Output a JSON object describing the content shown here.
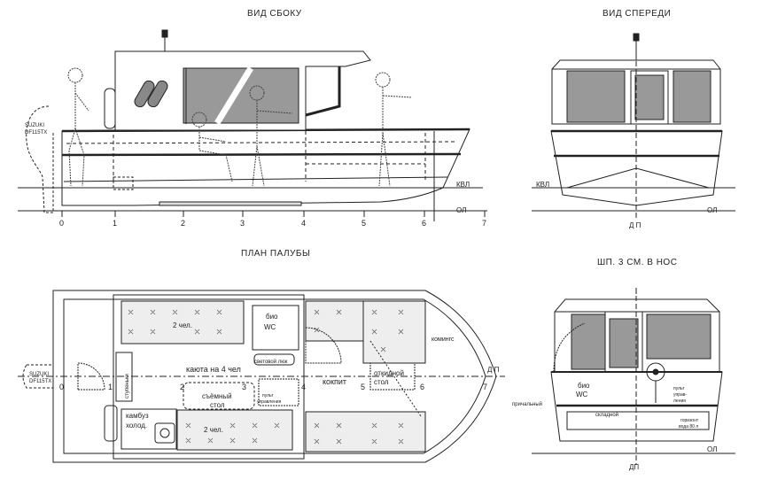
{
  "titles": {
    "side_view": "ВИД СБОКУ",
    "front_view": "ВИД СПЕРЕДИ",
    "deck_plan": "ПЛАН ПАЛУБЫ",
    "section": "ШП. 3 СМ. В НОС"
  },
  "side": {
    "stations": [
      "0",
      "1",
      "2",
      "3",
      "4",
      "5",
      "6",
      "7"
    ],
    "kvl": "КВЛ",
    "ol": "ОЛ",
    "engine": [
      "SUZUKI",
      "DF115TX"
    ]
  },
  "front": {
    "kvl": "КВЛ",
    "ol": "ОЛ",
    "dp": "Д П"
  },
  "plan": {
    "stations": [
      "0",
      "1",
      "2",
      "3",
      "4",
      "5",
      "6",
      "7"
    ],
    "engine": [
      "SUZUKI",
      "DF115TX"
    ],
    "berth_top": "2 чел.",
    "berth_bottom": "2 чел.",
    "wc": [
      "био",
      "WC"
    ],
    "skylight": "световой люк",
    "cabin": "каюта на 4 чел",
    "removable_table": [
      "съёмный",
      "стол"
    ],
    "galley": [
      "камбуз",
      "холод."
    ],
    "steps": "ступеньки",
    "helm": [
      "пульт",
      "управления"
    ],
    "cockpit": "кокпит",
    "folding_table": [
      "откидной",
      "стол"
    ],
    "coaming": "комингс",
    "dp": "Д П"
  },
  "section": {
    "wc": [
      "био",
      "WC"
    ],
    "stool": "складной",
    "mooring": "причальный",
    "console": [
      "пульт",
      "управ-",
      "ления"
    ],
    "seat": [
      "горизонт",
      "вода 80 л"
    ],
    "ol": "ОЛ",
    "dp": "ДП"
  }
}
